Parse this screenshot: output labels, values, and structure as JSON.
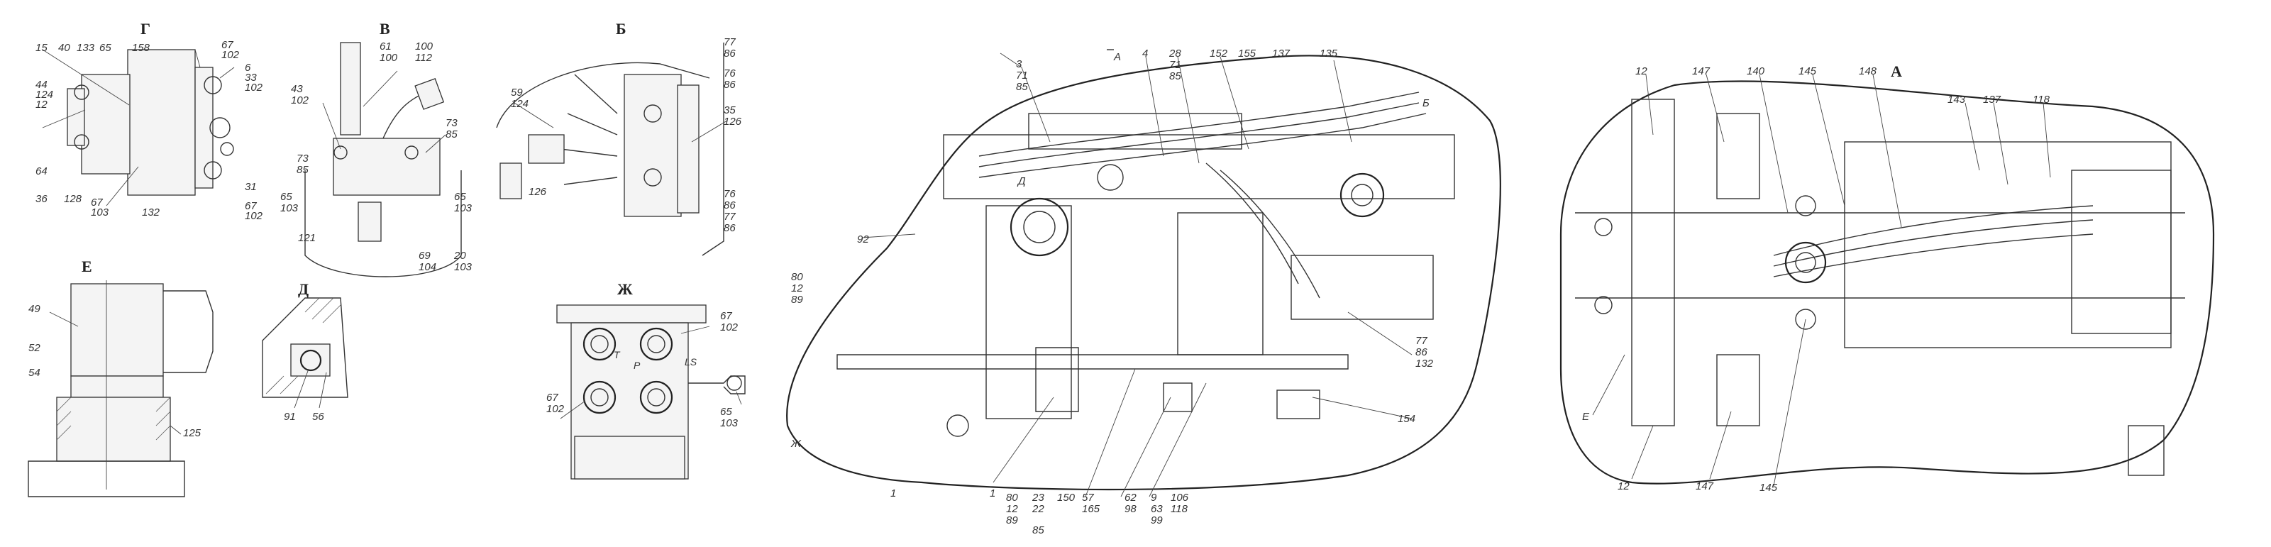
{
  "views": {
    "g": "Г",
    "v": "В",
    "b": "Б",
    "e": "Е",
    "d": "Д",
    "zh": "Ж",
    "a": "А"
  },
  "callouts": {
    "g": [
      "15",
      "40",
      "133",
      "65",
      "158",
      "67",
      "102",
      "6",
      "33",
      "102",
      "44",
      "124",
      "12",
      "64",
      "36",
      "128",
      "67",
      "103",
      "132",
      "31",
      "67",
      "102"
    ],
    "v": [
      "43",
      "102",
      "61",
      "100",
      "100",
      "112",
      "73",
      "85",
      "73",
      "85",
      "65",
      "103",
      "121",
      "69",
      "104",
      "20",
      "103",
      "65",
      "103"
    ],
    "b": [
      "59",
      "124",
      "126",
      "77",
      "86",
      "76",
      "86",
      "35",
      "126",
      "76",
      "86",
      "77",
      "86"
    ],
    "e": [
      "49",
      "52",
      "54",
      "125"
    ],
    "d": [
      "91",
      "56"
    ],
    "zh": [
      "67",
      "102",
      "T",
      "P",
      "LS",
      "67",
      "102",
      "65",
      "103"
    ],
    "main_left": [
      "3",
      "71",
      "85",
      "4",
      "28",
      "71",
      "85",
      "152",
      "155",
      "137",
      "135",
      "Б",
      "А",
      "Д",
      "80",
      "12",
      "89",
      "92",
      "Ж",
      "1",
      "1",
      "80",
      "12",
      "89",
      "23",
      "22",
      "85",
      "150",
      "57",
      "165",
      "62",
      "98",
      "9",
      "63",
      "99",
      "106",
      "118",
      "77",
      "86",
      "132",
      "154"
    ],
    "main_right": [
      "12",
      "147",
      "140",
      "145",
      "148",
      "143",
      "137",
      "118",
      "Е",
      "12",
      "147",
      "145"
    ]
  }
}
